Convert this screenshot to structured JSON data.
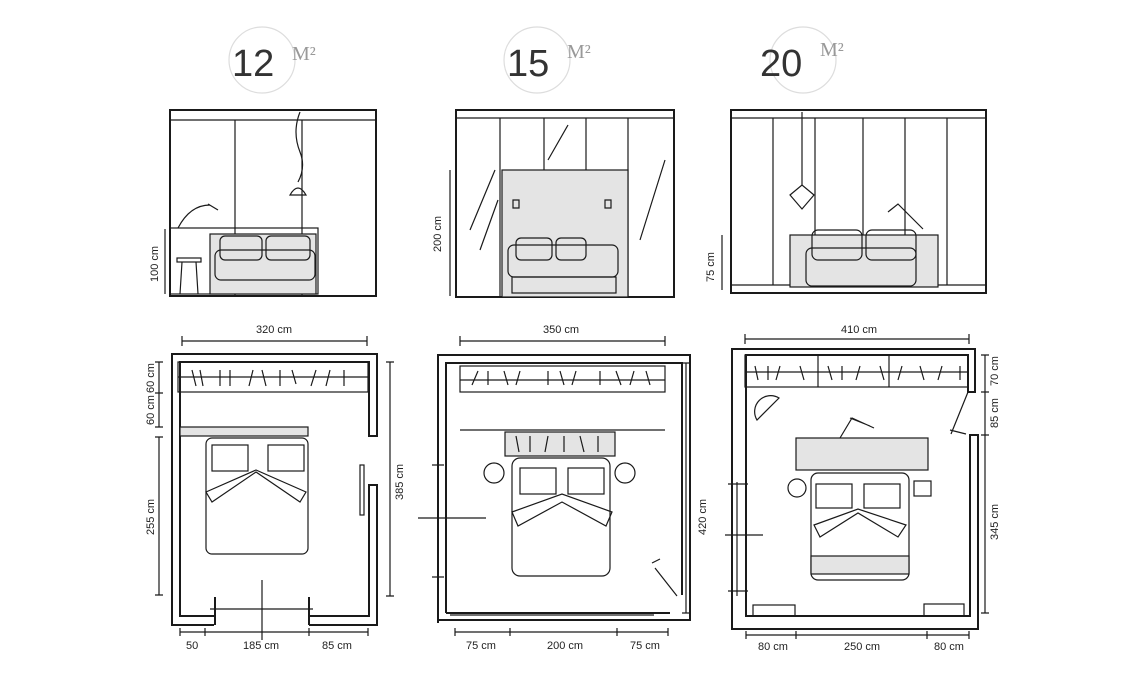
{
  "rooms": [
    {
      "area": "12",
      "unit": "M²",
      "elevation_height": "100 cm",
      "plan": {
        "width": "320 cm",
        "depth": "385 cm",
        "left": [
          "60 cm",
          "60 cm",
          "255 cm"
        ],
        "bottom": [
          "50",
          "185 cm",
          "85 cm"
        ]
      }
    },
    {
      "area": "15",
      "unit": "M²",
      "elevation_height": "200 cm",
      "plan": {
        "width": "350 cm",
        "depth": "420 cm",
        "bottom": [
          "75 cm",
          "200 cm",
          "75 cm"
        ]
      }
    },
    {
      "area": "20",
      "unit": "M²",
      "elevation_height": "75 cm",
      "plan": {
        "width": "410 cm",
        "right": [
          "70 cm",
          "85 cm",
          "345 cm"
        ],
        "bottom": [
          "80 cm",
          "250 cm",
          "80 cm"
        ]
      }
    }
  ]
}
